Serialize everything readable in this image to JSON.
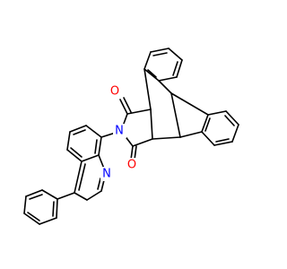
{
  "colors": {
    "bond": "#000000",
    "oxygen": "#ff0000",
    "nitrogen": "#0000ff",
    "background": "#ffffff"
  },
  "atoms": {
    "o_top": "O",
    "o_bottom": "O",
    "n_imide": "N",
    "n_quinoline": "N"
  }
}
